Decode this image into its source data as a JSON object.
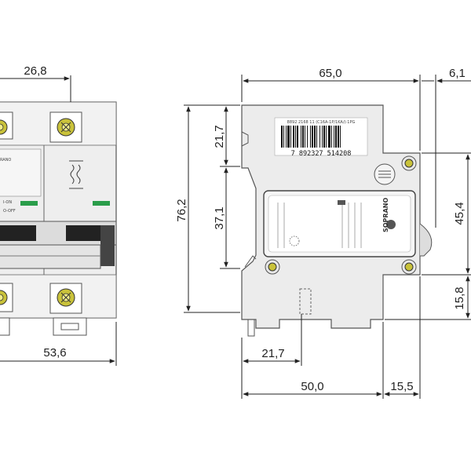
{
  "dimensions": {
    "front_pole_width": "26,8",
    "front_total_width": "53,6",
    "side_width": "65,0",
    "side_right_offset": "6,1",
    "side_top_height": "21,7",
    "side_total_height": "76,2",
    "side_middle_height": "37,1",
    "side_right_height": "45,4",
    "side_bottom_right": "15,8",
    "side_bottom_width": "21,7",
    "side_base_width": "50,0",
    "side_base_right": "15,5"
  },
  "label": {
    "barcode_number": "7 892327 514208",
    "barcode_caption": "8892 2168 11 (C16A-1P/1KA/)-1PG",
    "brand": "SOPRANO",
    "front_on": "I-ON",
    "front_off": "O-OFF"
  },
  "colors": {
    "terminal": "#c9c23a",
    "indicator": "#2a9d4a",
    "lever": "#222222"
  }
}
